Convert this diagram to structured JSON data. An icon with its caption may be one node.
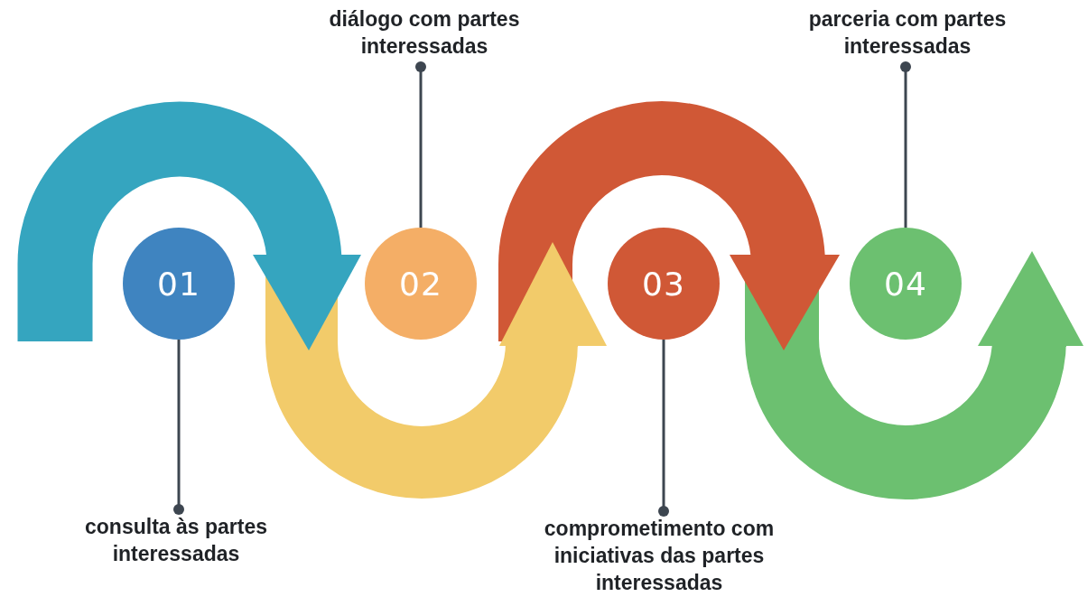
{
  "diagram": {
    "nodes": [
      {
        "text": [
          "01"
        ]
      },
      {
        "text": [
          "consulta às partes interessadas"
        ]
      },
      {
        "text": [
          "02"
        ]
      },
      {
        "text": [
          "diálogo com partes interessadas"
        ]
      },
      {
        "text": [
          "03"
        ]
      },
      {
        "text": [
          "comprometimento com iniciativas das partes interessadas"
        ]
      },
      {
        "text": [
          "04"
        ]
      },
      {
        "text": [
          "parceria com partes interessadas"
        ]
      }
    ],
    "edges": [
      {
        "from": 1,
        "to": 0,
        "arrow": "other"
      },
      {
        "from": 3,
        "to": 2,
        "arrow": "other"
      },
      {
        "from": 5,
        "to": 4,
        "arrow": "other"
      },
      {
        "from": 7,
        "to": 6,
        "arrow": "other"
      }
    ]
  }
}
